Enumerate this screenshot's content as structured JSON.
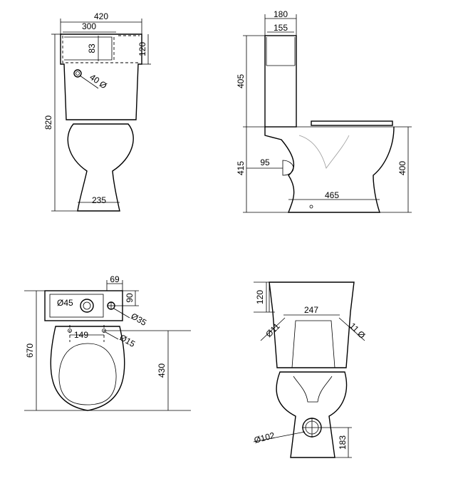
{
  "views": {
    "front": {
      "width": "420",
      "inner_width": "300",
      "basin_depth": "83",
      "tank_top_height": "120",
      "flush_button": "40 Ø",
      "total_height": "820",
      "base_width": "235"
    },
    "side": {
      "tank_width": "180",
      "tank_inner_width": "155",
      "tank_height": "405",
      "outlet_height": "415",
      "outlet_offset": "95",
      "seat_height": "400",
      "base_length": "465"
    },
    "top": {
      "width_offset": "69",
      "depth_offset": "90",
      "basin_hole": "Ø45",
      "tap_hole": "Ø35",
      "seat_hole": "Ø15",
      "seat_hole_spacing": "149",
      "total_length": "670",
      "bowl_length": "430"
    },
    "rear": {
      "tank_height": "120",
      "fixing_spacing": "247",
      "left_hole": "Ø11",
      "right_hole": "11 Ø",
      "outlet_diameter": "Ø102",
      "outlet_height": "183"
    }
  }
}
